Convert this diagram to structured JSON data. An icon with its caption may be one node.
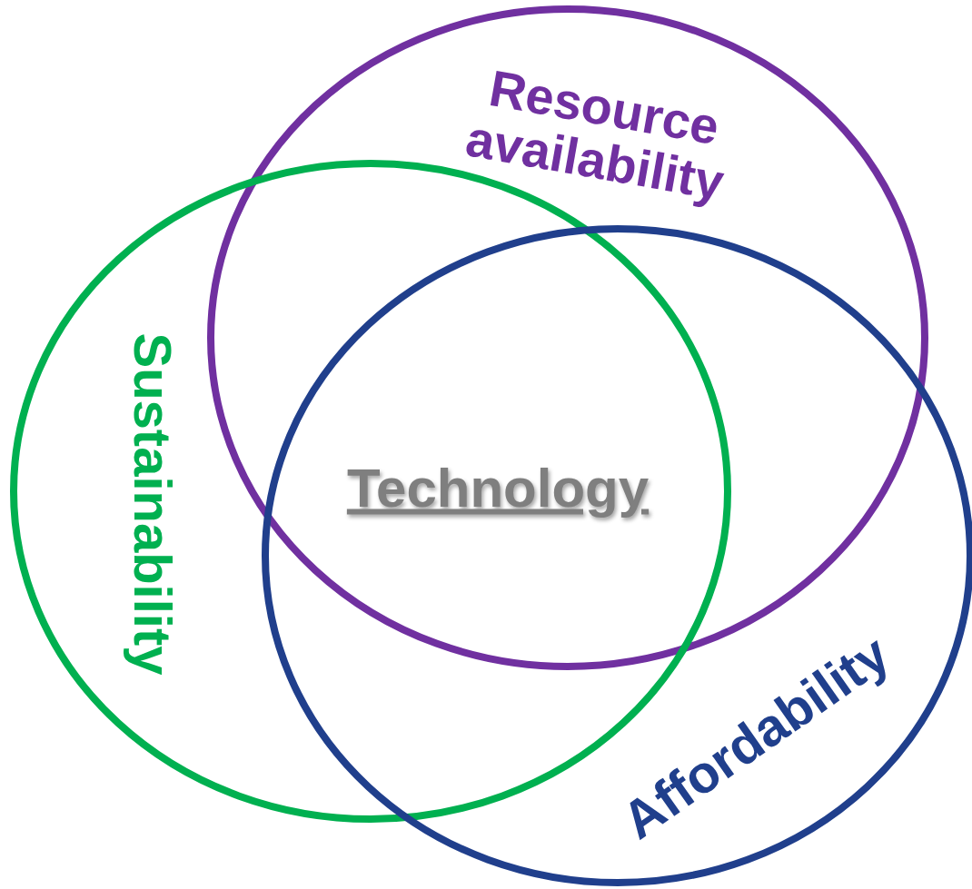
{
  "diagram": {
    "nodes": [
      {
        "text": [
          "Resource availability"
        ]
      },
      {
        "text": [
          "Sustainability"
        ]
      },
      {
        "text": [
          "Affordability"
        ]
      }
    ],
    "labels": [
      "Technology"
    ]
  }
}
